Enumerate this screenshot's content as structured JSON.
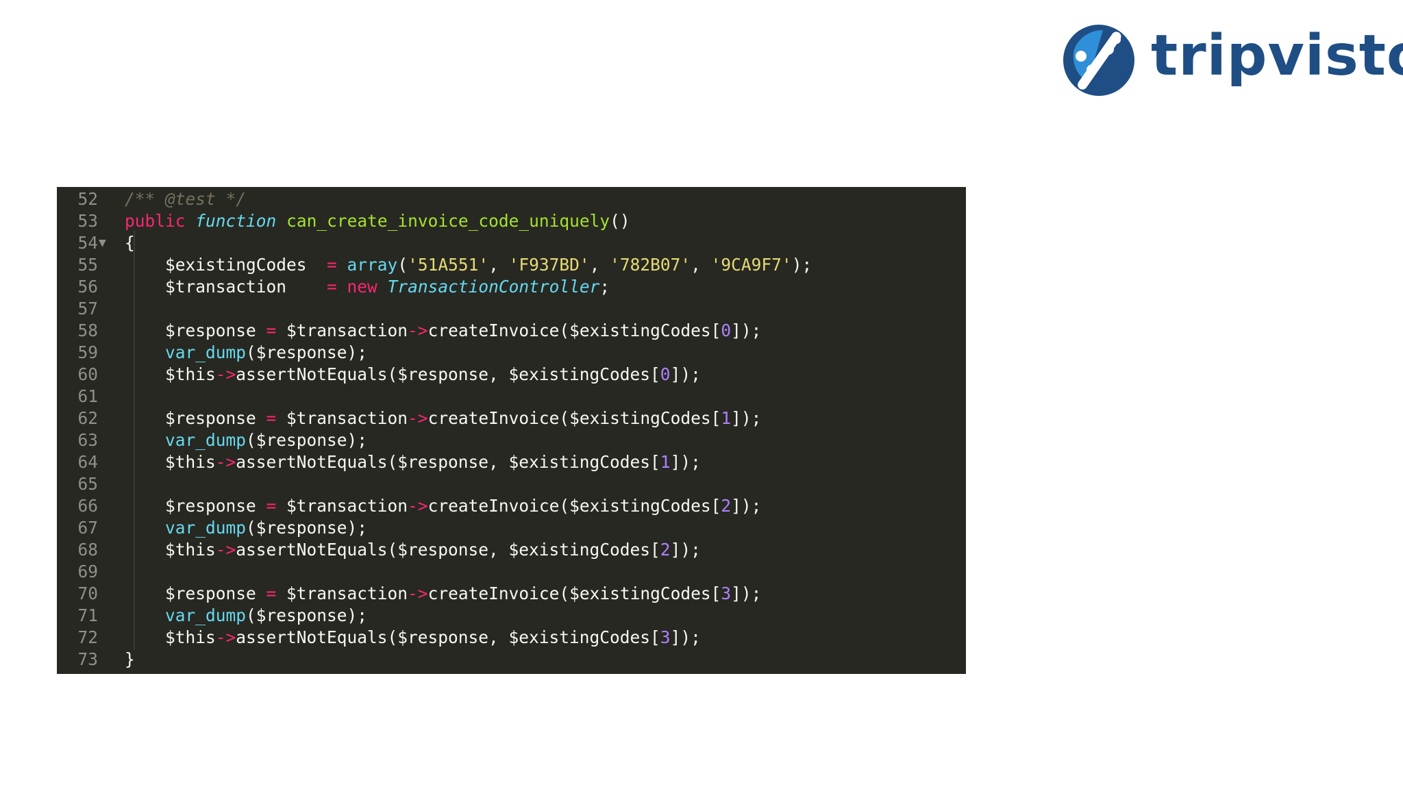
{
  "logo": {
    "text": "tripvisto",
    "brand_color": "#1f4e85",
    "accent_color": "#2f8fd8"
  },
  "editor": {
    "theme": "monokai",
    "background": "#272822",
    "fold_marker_line": 54,
    "lines": [
      {
        "n": "52",
        "tokens": [
          [
            "comment",
            "/** @test */"
          ]
        ]
      },
      {
        "n": "53",
        "tokens": [
          [
            "kw",
            "public"
          ],
          [
            "plain",
            " "
          ],
          [
            "fn-kw",
            "function"
          ],
          [
            "plain",
            " "
          ],
          [
            "fn-name",
            "can_create_invoice_code_uniquely"
          ],
          [
            "plain",
            "()"
          ]
        ]
      },
      {
        "n": "54",
        "tokens": [
          [
            "plain",
            "{"
          ]
        ]
      },
      {
        "n": "55",
        "tokens": [
          [
            "plain",
            "    $existingCodes  "
          ],
          [
            "op",
            "="
          ],
          [
            "plain",
            " "
          ],
          [
            "builtin",
            "array"
          ],
          [
            "plain",
            "("
          ],
          [
            "str",
            "'51A551'"
          ],
          [
            "plain",
            ", "
          ],
          [
            "str",
            "'F937BD'"
          ],
          [
            "plain",
            ", "
          ],
          [
            "str",
            "'782B07'"
          ],
          [
            "plain",
            ", "
          ],
          [
            "str",
            "'9CA9F7'"
          ],
          [
            "plain",
            ");"
          ]
        ]
      },
      {
        "n": "56",
        "tokens": [
          [
            "plain",
            "    $transaction    "
          ],
          [
            "op",
            "="
          ],
          [
            "plain",
            " "
          ],
          [
            "kw",
            "new"
          ],
          [
            "plain",
            " "
          ],
          [
            "class",
            "TransactionController"
          ],
          [
            "plain",
            ";"
          ]
        ]
      },
      {
        "n": "57",
        "tokens": []
      },
      {
        "n": "58",
        "tokens": [
          [
            "plain",
            "    $response "
          ],
          [
            "op",
            "="
          ],
          [
            "plain",
            " $transaction"
          ],
          [
            "op",
            "->"
          ],
          [
            "plain",
            "createInvoice($existingCodes["
          ],
          [
            "num",
            "0"
          ],
          [
            "plain",
            "]);"
          ]
        ]
      },
      {
        "n": "59",
        "tokens": [
          [
            "plain",
            "    "
          ],
          [
            "builtin",
            "var_dump"
          ],
          [
            "plain",
            "($response);"
          ]
        ]
      },
      {
        "n": "60",
        "tokens": [
          [
            "plain",
            "    $this"
          ],
          [
            "op",
            "->"
          ],
          [
            "plain",
            "assertNotEquals($response, $existingCodes["
          ],
          [
            "num",
            "0"
          ],
          [
            "plain",
            "]);"
          ]
        ]
      },
      {
        "n": "61",
        "tokens": []
      },
      {
        "n": "62",
        "tokens": [
          [
            "plain",
            "    $response "
          ],
          [
            "op",
            "="
          ],
          [
            "plain",
            " $transaction"
          ],
          [
            "op",
            "->"
          ],
          [
            "plain",
            "createInvoice($existingCodes["
          ],
          [
            "num",
            "1"
          ],
          [
            "plain",
            "]);"
          ]
        ]
      },
      {
        "n": "63",
        "tokens": [
          [
            "plain",
            "    "
          ],
          [
            "builtin",
            "var_dump"
          ],
          [
            "plain",
            "($response);"
          ]
        ]
      },
      {
        "n": "64",
        "tokens": [
          [
            "plain",
            "    $this"
          ],
          [
            "op",
            "->"
          ],
          [
            "plain",
            "assertNotEquals($response, $existingCodes["
          ],
          [
            "num",
            "1"
          ],
          [
            "plain",
            "]);"
          ]
        ]
      },
      {
        "n": "65",
        "tokens": []
      },
      {
        "n": "66",
        "tokens": [
          [
            "plain",
            "    $response "
          ],
          [
            "op",
            "="
          ],
          [
            "plain",
            " $transaction"
          ],
          [
            "op",
            "->"
          ],
          [
            "plain",
            "createInvoice($existingCodes["
          ],
          [
            "num",
            "2"
          ],
          [
            "plain",
            "]);"
          ]
        ]
      },
      {
        "n": "67",
        "tokens": [
          [
            "plain",
            "    "
          ],
          [
            "builtin",
            "var_dump"
          ],
          [
            "plain",
            "($response);"
          ]
        ]
      },
      {
        "n": "68",
        "tokens": [
          [
            "plain",
            "    $this"
          ],
          [
            "op",
            "->"
          ],
          [
            "plain",
            "assertNotEquals($response, $existingCodes["
          ],
          [
            "num",
            "2"
          ],
          [
            "plain",
            "]);"
          ]
        ]
      },
      {
        "n": "69",
        "tokens": []
      },
      {
        "n": "70",
        "tokens": [
          [
            "plain",
            "    $response "
          ],
          [
            "op",
            "="
          ],
          [
            "plain",
            " $transaction"
          ],
          [
            "op",
            "->"
          ],
          [
            "plain",
            "createInvoice($existingCodes["
          ],
          [
            "num",
            "3"
          ],
          [
            "plain",
            "]);"
          ]
        ]
      },
      {
        "n": "71",
        "tokens": [
          [
            "plain",
            "    "
          ],
          [
            "builtin",
            "var_dump"
          ],
          [
            "plain",
            "($response);"
          ]
        ]
      },
      {
        "n": "72",
        "tokens": [
          [
            "plain",
            "    $this"
          ],
          [
            "op",
            "->"
          ],
          [
            "plain",
            "assertNotEquals($response, $existingCodes["
          ],
          [
            "num",
            "3"
          ],
          [
            "plain",
            "]);"
          ]
        ]
      },
      {
        "n": "73",
        "tokens": [
          [
            "plain",
            "}"
          ]
        ]
      }
    ]
  }
}
